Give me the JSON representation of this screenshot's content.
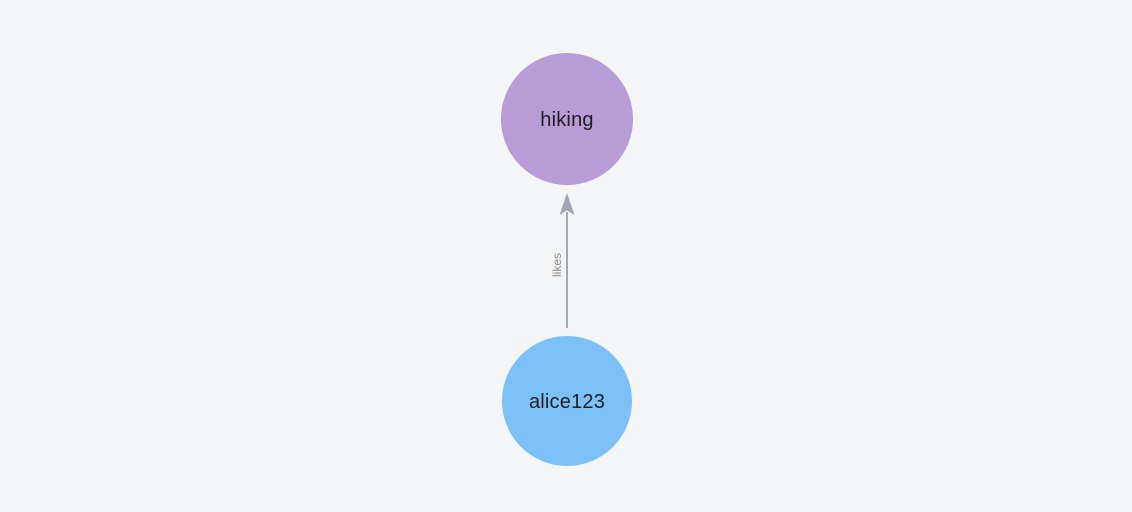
{
  "canvas": {
    "background": "#f4f5f6"
  },
  "graph": {
    "nodes": [
      {
        "label": "hiking",
        "color": "#b79cd6",
        "label_color": "#1f1f1f"
      },
      {
        "label": "alice123",
        "color": "#7cc0f8",
        "label_color": "#1f1f1f"
      }
    ],
    "edges": [
      {
        "label": "likes",
        "from": "alice123",
        "to": "hiking",
        "color": "#a3a8b0",
        "label_color": "#8c8c8c"
      }
    ]
  }
}
